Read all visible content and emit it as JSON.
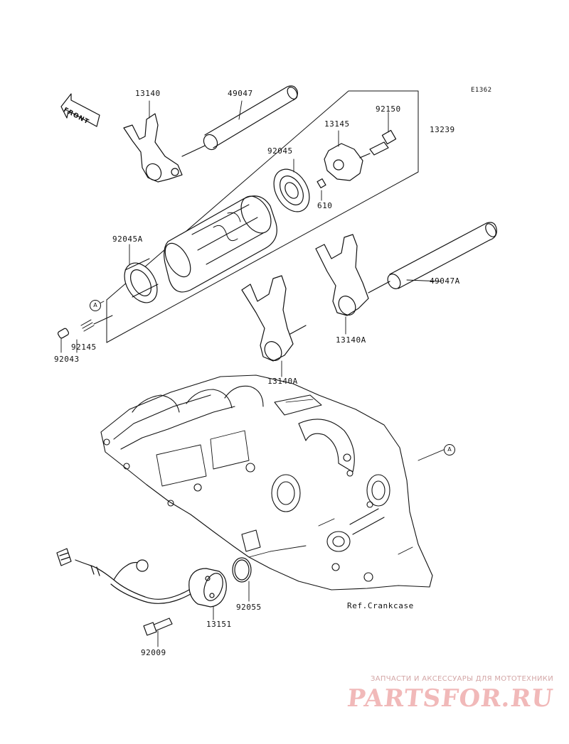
{
  "diagram_code": "E1362",
  "front_label": "FRONT",
  "reference_text": "Ref.Crankcase",
  "callout_letter": "A",
  "watermark": {
    "tagline": "ЗАПЧАСТИ И АКСЕССУАРЫ ДЛЯ МОТОТЕХНИКИ",
    "logo": "PARTSFOR.RU"
  },
  "parts": {
    "fork_top_left": "13140",
    "shaft_top": "49047",
    "bolt_top": "92150",
    "holder": "13145",
    "drum_assy": "13239",
    "bearing_right": "92045",
    "pin": "610",
    "bearing_left": "92045A",
    "spring": "92145",
    "pin_small": "92043",
    "shaft_right": "49047A",
    "fork_right": "13140A",
    "fork_center": "13140A",
    "oring": "92055",
    "sensor": "13151",
    "bolt_bottom": "92009"
  },
  "colors": {
    "line": "#111111",
    "watermark_text": "#d3a6a6",
    "watermark_logo": "#f1b9b9"
  }
}
